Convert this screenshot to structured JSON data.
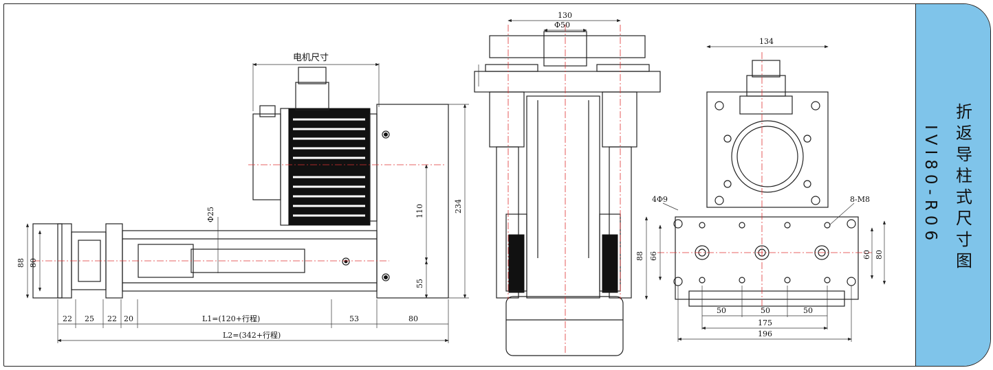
{
  "sidebar": {
    "title_chars": [
      "折",
      "返",
      "导",
      "柱",
      "式",
      "尺",
      "寸",
      "图"
    ],
    "model_code": "IVI80-R06",
    "bg_color": "#7fc4ea"
  },
  "side_view": {
    "motor_label": "电机尺寸",
    "dims": {
      "d_rod": "Φ25",
      "h_110": "110",
      "h_234": "234",
      "h_55": "55",
      "h_88": "88",
      "h_80": "80",
      "w_22a": "22",
      "w_25": "25",
      "w_22b": "22",
      "w_20": "20",
      "l1": "L1=(120+行程)",
      "w_53": "53",
      "w_80": "80",
      "l2": "L2=(342+行程)"
    }
  },
  "front_view": {
    "dims": {
      "w_130": "130",
      "d_50": "Φ50"
    }
  },
  "end_view": {
    "dims": {
      "w_134": "134",
      "holes_4": "4Φ9",
      "holes_8": "8-M8",
      "h_88": "88",
      "h_66": "66",
      "h_60": "60",
      "h_80": "80",
      "w_50a": "50",
      "w_50b": "50",
      "w_50c": "50",
      "w_175": "175",
      "w_196": "196"
    }
  },
  "colors": {
    "centerline": "#e03030",
    "line": "#222222"
  }
}
